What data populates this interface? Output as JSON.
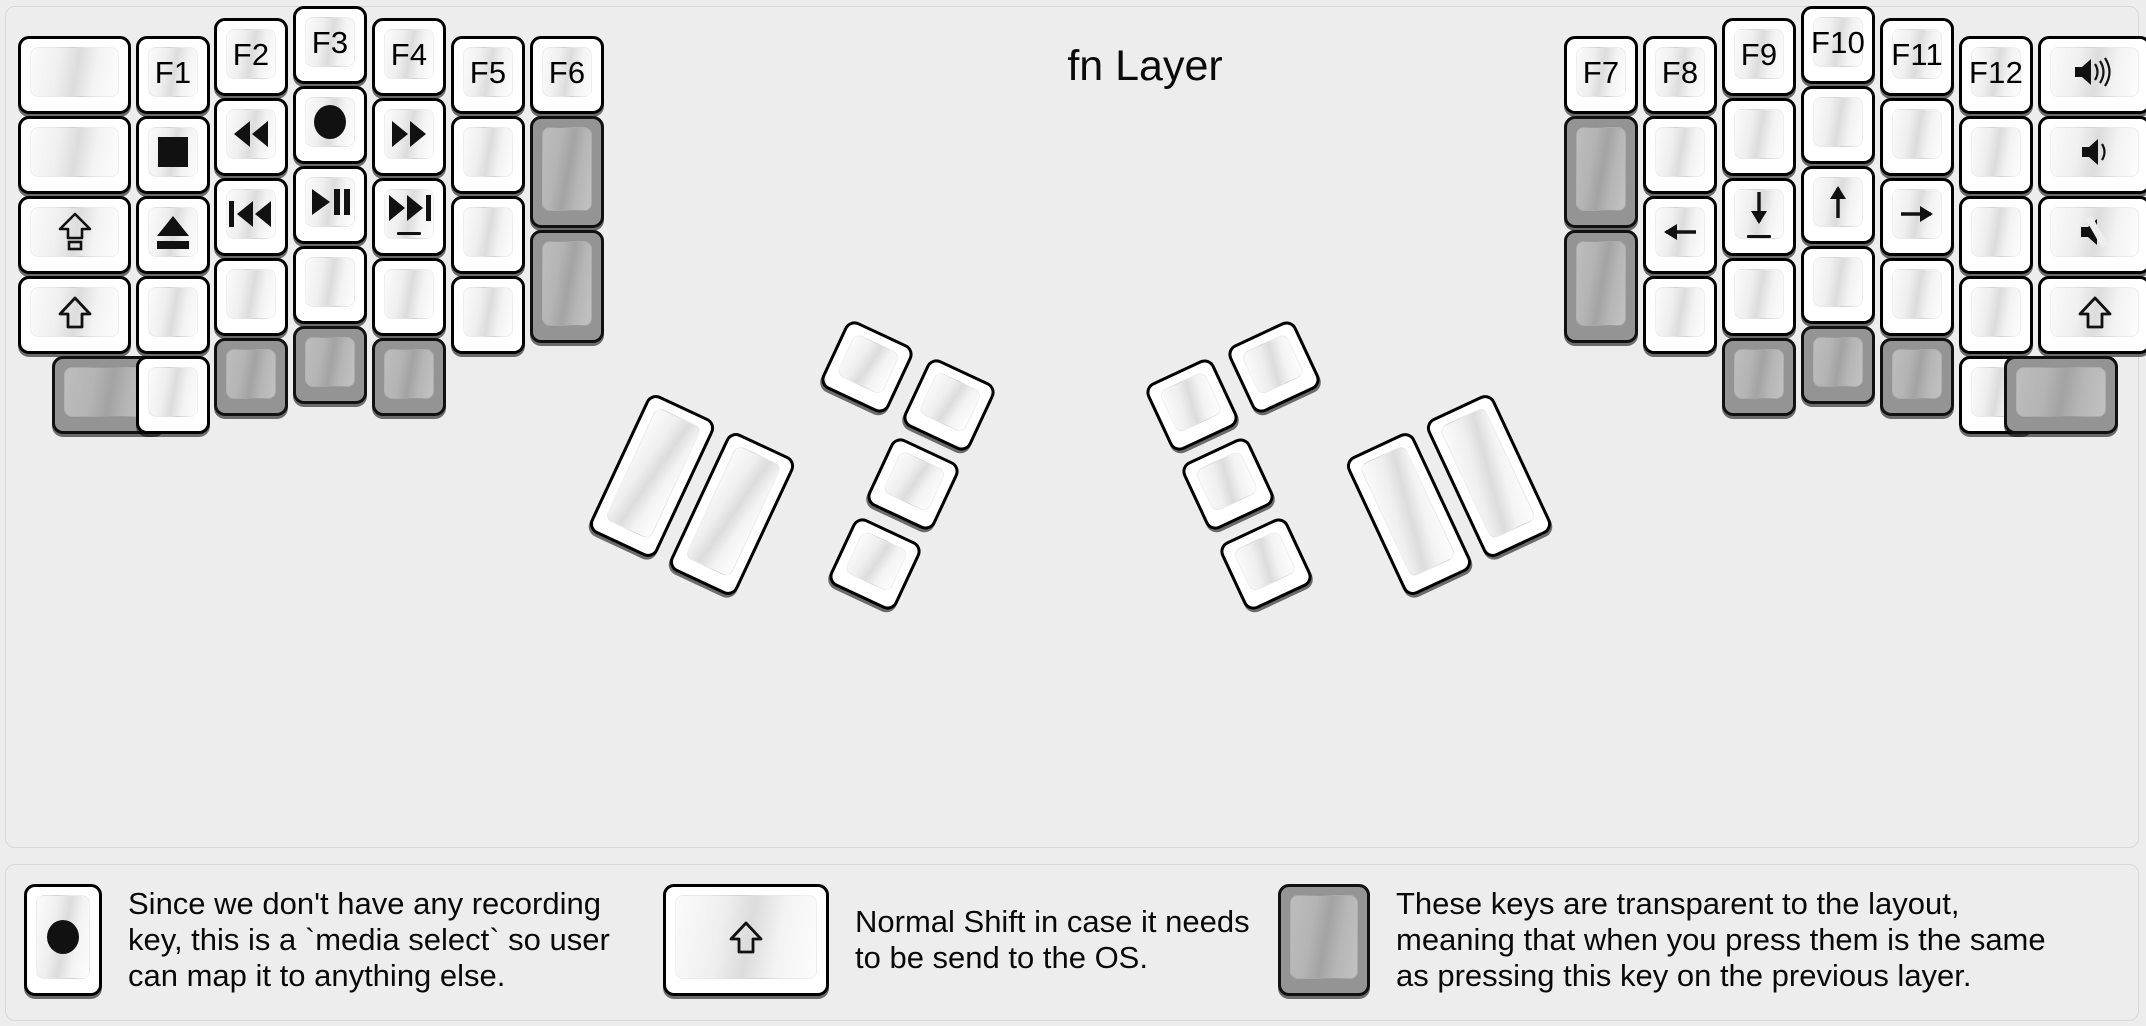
{
  "title": "fn Layer",
  "background_color": "#ededed",
  "key_colors": {
    "normal": "#ffffff",
    "transparent": "#949494",
    "border": "#000000"
  },
  "legend": [
    {
      "key_glyph": "record-icon",
      "text": "Since we don't have any recording\nkey, this is a `media select` so user\ncan map it to anything else."
    },
    {
      "key_glyph": "shift-arrow-icon",
      "text": "Normal Shift in case it needs\nto be send to the OS."
    },
    {
      "key_glyph": "blank-transparent",
      "text": "These keys are transparent to the layout,\nmeaning that when you press them is the same\nas pressing this key on the previous layer."
    }
  ],
  "left_half": {
    "columns": [
      {
        "name": "col-outer",
        "keys": [
          {
            "label": "",
            "glyph": "",
            "state": "normal"
          },
          {
            "label": "",
            "glyph": "",
            "state": "normal"
          },
          {
            "label": "",
            "glyph": "caps-lock-icon",
            "state": "normal"
          },
          {
            "label": "",
            "glyph": "shift-arrow-icon",
            "state": "normal"
          },
          {
            "label": "",
            "glyph": "",
            "state": "transparent"
          }
        ]
      },
      {
        "name": "col-f1",
        "keys": [
          {
            "label": "F1",
            "glyph": "",
            "state": "normal"
          },
          {
            "label": "",
            "glyph": "stop-icon",
            "state": "normal"
          },
          {
            "label": "",
            "glyph": "eject-icon",
            "state": "normal"
          },
          {
            "label": "",
            "glyph": "",
            "state": "normal"
          },
          {
            "label": "",
            "glyph": "",
            "state": "normal"
          }
        ]
      },
      {
        "name": "col-f2",
        "keys": [
          {
            "label": "F2",
            "glyph": "",
            "state": "normal"
          },
          {
            "label": "",
            "glyph": "rewind-icon",
            "state": "normal"
          },
          {
            "label": "",
            "glyph": "prev-track-icon",
            "state": "normal"
          },
          {
            "label": "",
            "glyph": "",
            "state": "normal"
          },
          {
            "label": "",
            "glyph": "",
            "state": "transparent"
          }
        ]
      },
      {
        "name": "col-f3",
        "keys": [
          {
            "label": "F3",
            "glyph": "",
            "state": "normal"
          },
          {
            "label": "",
            "glyph": "record-icon",
            "state": "normal"
          },
          {
            "label": "",
            "glyph": "play-pause-icon",
            "state": "normal"
          },
          {
            "label": "",
            "glyph": "",
            "state": "normal"
          },
          {
            "label": "",
            "glyph": "",
            "state": "transparent"
          }
        ]
      },
      {
        "name": "col-f4",
        "keys": [
          {
            "label": "F4",
            "glyph": "",
            "state": "normal"
          },
          {
            "label": "",
            "glyph": "fast-forward-icon",
            "state": "normal"
          },
          {
            "label": "",
            "glyph": "next-track-icon",
            "state": "normal"
          },
          {
            "label": "",
            "glyph": "",
            "state": "normal"
          },
          {
            "label": "",
            "glyph": "",
            "state": "transparent"
          }
        ]
      },
      {
        "name": "col-f5",
        "keys": [
          {
            "label": "F5",
            "glyph": "",
            "state": "normal"
          },
          {
            "label": "",
            "glyph": "",
            "state": "normal"
          },
          {
            "label": "",
            "glyph": "",
            "state": "normal"
          },
          {
            "label": "",
            "glyph": "",
            "state": "normal"
          }
        ]
      },
      {
        "name": "col-f6",
        "keys": [
          {
            "label": "F6",
            "glyph": "",
            "state": "normal"
          },
          {
            "label": "",
            "glyph": "",
            "state": "transparent"
          },
          {
            "label": "",
            "glyph": "",
            "state": "transparent"
          }
        ]
      }
    ],
    "thumb_cluster": [
      {
        "name": "thumb-big-1",
        "glyph": "",
        "state": "normal"
      },
      {
        "name": "thumb-big-2",
        "glyph": "",
        "state": "normal"
      },
      {
        "name": "thumb-small-1",
        "glyph": "",
        "state": "normal"
      },
      {
        "name": "thumb-small-2",
        "glyph": "",
        "state": "normal"
      },
      {
        "name": "thumb-small-3",
        "glyph": "",
        "state": "normal"
      },
      {
        "name": "thumb-small-4",
        "glyph": "",
        "state": "normal"
      }
    ]
  },
  "right_half": {
    "columns": [
      {
        "name": "col-f7",
        "keys": [
          {
            "label": "F7",
            "glyph": "",
            "state": "normal"
          },
          {
            "label": "",
            "glyph": "",
            "state": "transparent"
          },
          {
            "label": "",
            "glyph": "",
            "state": "transparent"
          }
        ]
      },
      {
        "name": "col-f8",
        "keys": [
          {
            "label": "F8",
            "glyph": "",
            "state": "normal"
          },
          {
            "label": "",
            "glyph": "",
            "state": "normal"
          },
          {
            "label": "",
            "glyph": "arrow-left-icon",
            "state": "normal"
          },
          {
            "label": "",
            "glyph": "",
            "state": "normal"
          }
        ]
      },
      {
        "name": "col-f9",
        "keys": [
          {
            "label": "F9",
            "glyph": "",
            "state": "normal"
          },
          {
            "label": "",
            "glyph": "",
            "state": "normal"
          },
          {
            "label": "",
            "glyph": "arrow-down-icon",
            "state": "normal"
          },
          {
            "label": "",
            "glyph": "",
            "state": "normal"
          },
          {
            "label": "",
            "glyph": "",
            "state": "transparent"
          }
        ]
      },
      {
        "name": "col-f10",
        "keys": [
          {
            "label": "F10",
            "glyph": "",
            "state": "normal"
          },
          {
            "label": "",
            "glyph": "",
            "state": "normal"
          },
          {
            "label": "",
            "glyph": "arrow-up-icon",
            "state": "normal"
          },
          {
            "label": "",
            "glyph": "",
            "state": "normal"
          },
          {
            "label": "",
            "glyph": "",
            "state": "transparent"
          }
        ]
      },
      {
        "name": "col-f11",
        "keys": [
          {
            "label": "F11",
            "glyph": "",
            "state": "normal"
          },
          {
            "label": "",
            "glyph": "",
            "state": "normal"
          },
          {
            "label": "",
            "glyph": "arrow-right-icon",
            "state": "normal"
          },
          {
            "label": "",
            "glyph": "",
            "state": "normal"
          },
          {
            "label": "",
            "glyph": "",
            "state": "transparent"
          }
        ]
      },
      {
        "name": "col-f12",
        "keys": [
          {
            "label": "F12",
            "glyph": "",
            "state": "normal"
          },
          {
            "label": "",
            "glyph": "",
            "state": "normal"
          },
          {
            "label": "",
            "glyph": "",
            "state": "normal"
          },
          {
            "label": "",
            "glyph": "",
            "state": "normal"
          },
          {
            "label": "",
            "glyph": "",
            "state": "normal"
          }
        ]
      },
      {
        "name": "col-outer",
        "keys": [
          {
            "label": "",
            "glyph": "volume-up-icon",
            "state": "normal"
          },
          {
            "label": "",
            "glyph": "volume-down-icon",
            "state": "normal"
          },
          {
            "label": "",
            "glyph": "volume-mute-icon",
            "state": "normal"
          },
          {
            "label": "",
            "glyph": "shift-arrow-icon",
            "state": "normal"
          },
          {
            "label": "",
            "glyph": "",
            "state": "transparent"
          }
        ]
      }
    ],
    "thumb_cluster": [
      {
        "name": "thumb-big-1",
        "glyph": "",
        "state": "normal"
      },
      {
        "name": "thumb-big-2",
        "glyph": "",
        "state": "normal"
      },
      {
        "name": "thumb-small-1",
        "glyph": "",
        "state": "normal"
      },
      {
        "name": "thumb-small-2",
        "glyph": "",
        "state": "normal"
      },
      {
        "name": "thumb-small-3",
        "glyph": "",
        "state": "normal"
      },
      {
        "name": "thumb-small-4",
        "glyph": "",
        "state": "normal"
      }
    ]
  }
}
